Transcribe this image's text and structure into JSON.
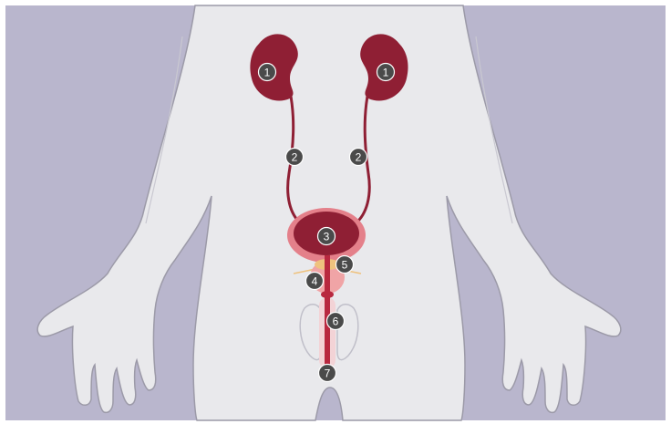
{
  "colors": {
    "background": "#b9b6cd",
    "body_fill": "#e9e9ec",
    "body_outline": "#9c9aa8",
    "organ_dark": "#8f1f34",
    "bladder_outer": "#e4808a",
    "prostate": "#efc27e",
    "urethra": "#b8283f",
    "marker": "#4a4a4a"
  },
  "markers": [
    {
      "id": "kidney-left",
      "label": "1"
    },
    {
      "id": "kidney-right",
      "label": "1"
    },
    {
      "id": "ureter-left",
      "label": "2"
    },
    {
      "id": "ureter-right",
      "label": "2"
    },
    {
      "id": "bladder",
      "label": "3"
    },
    {
      "id": "prostate",
      "label": "4"
    },
    {
      "id": "prostate-upper",
      "label": "5"
    },
    {
      "id": "urethra",
      "label": "6"
    },
    {
      "id": "urethra-opening",
      "label": "7"
    }
  ]
}
